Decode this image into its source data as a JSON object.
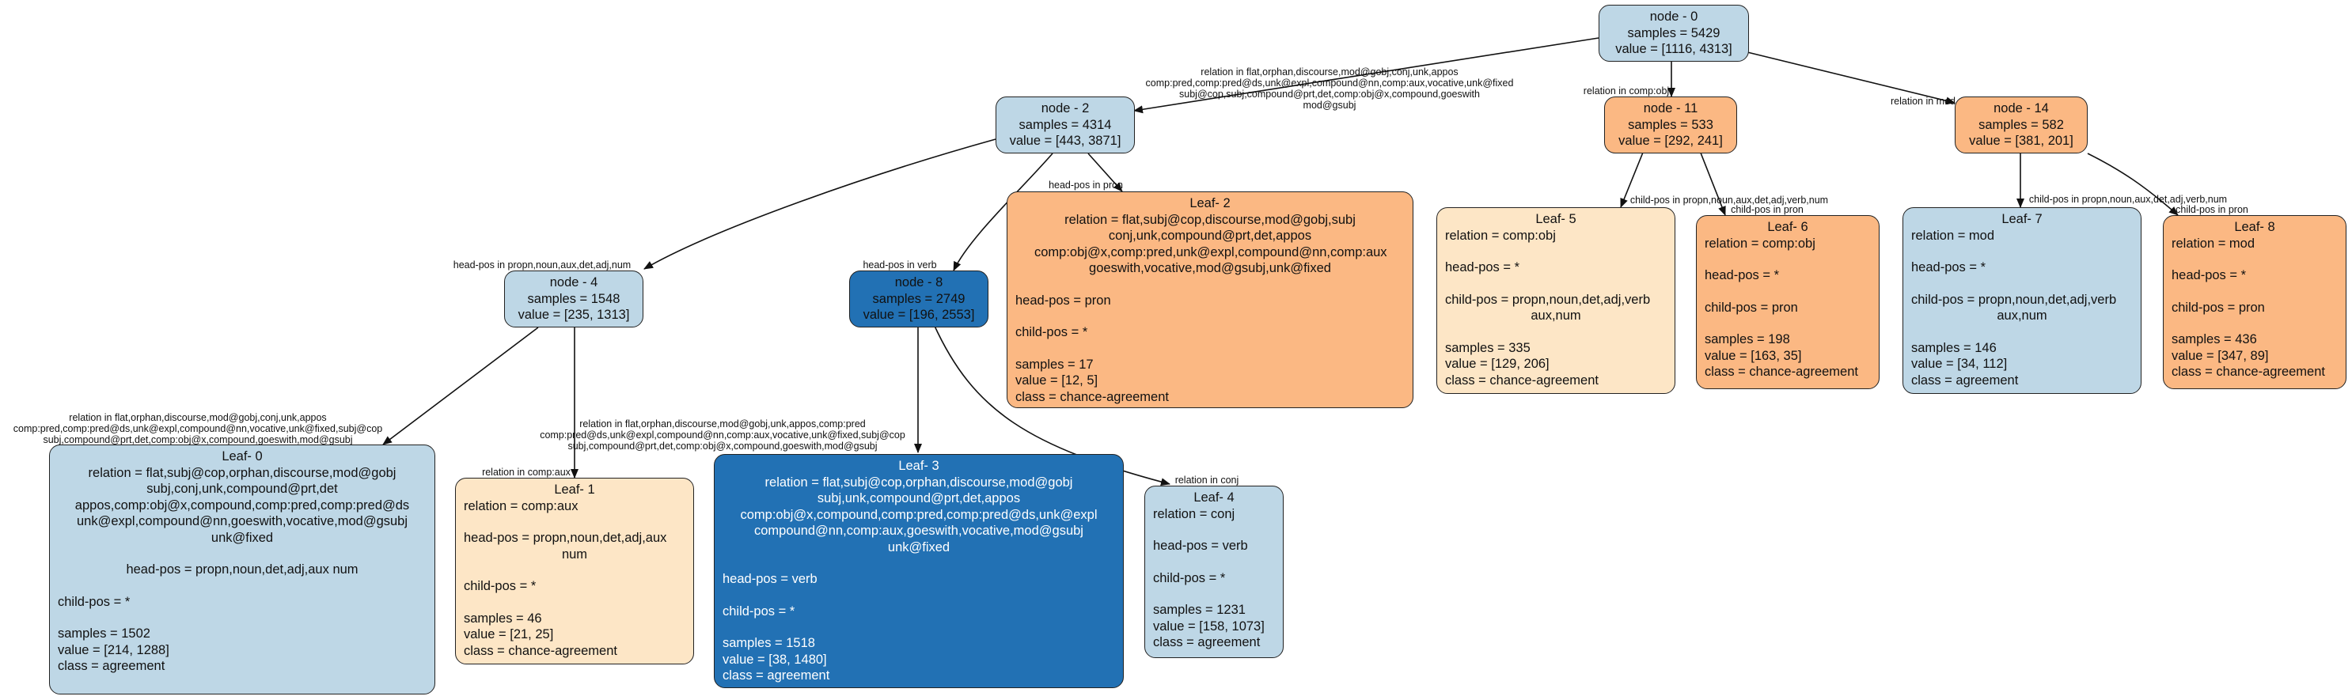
{
  "colors": {
    "agreement_light": "#bed7e6",
    "agreement_dark": "#2271b4",
    "chance_orange": "#fbb883",
    "chance_light": "#fde6c6",
    "border": "#222222"
  },
  "nodes": [
    {
      "id": "n0",
      "lines": [
        "node - 0",
        "samples = 5429",
        "value = [1116, 4313]"
      ],
      "fill": "#bed7e6"
    },
    {
      "id": "n2",
      "lines": [
        "node - 2",
        "samples = 4314",
        "value = [443, 3871]"
      ],
      "fill": "#bed7e6"
    },
    {
      "id": "n11",
      "lines": [
        "node - 11",
        "samples = 533",
        "value = [292, 241]"
      ],
      "fill": "#fbb883"
    },
    {
      "id": "n14",
      "lines": [
        "node - 14",
        "samples = 582",
        "value = [381, 201]"
      ],
      "fill": "#fbb883"
    },
    {
      "id": "n4",
      "lines": [
        "node - 4",
        "samples = 1548",
        "value = [235, 1313]"
      ],
      "fill": "#bed7e6"
    },
    {
      "id": "n8",
      "lines": [
        "node - 8",
        "samples = 2749",
        "value = [196, 2553]"
      ],
      "fill": "#2271b4"
    },
    {
      "id": "leaf2",
      "title": "Leaf- 2",
      "center": "relation = flat,subj@cop,discourse,mod@gobj,subj conj,unk,compound@prt,det,appos comp:obj@x,comp:pred,unk@expl,compound@nn,comp:aux goeswith,vocative,mod@gsubj,unk@fixed",
      "rows": [
        "",
        "head-pos = pron",
        "",
        "child-pos = *",
        "",
        "samples = 17",
        "value = [12, 5]",
        "class = chance-agreement"
      ],
      "fill": "#fbb883"
    },
    {
      "id": "leaf5",
      "title": "Leaf- 5",
      "rows": [
        "relation = comp:obj",
        "",
        "head-pos = *",
        "",
        "child-pos = propn,noun,det,adj,verb"
      ],
      "center": "aux,num",
      "rows2": [
        "",
        "samples = 335",
        "value = [129, 206]",
        "class = chance-agreement"
      ],
      "fill": "#fde6c6"
    },
    {
      "id": "leaf6",
      "title": "Leaf- 6",
      "rows": [
        "relation = comp:obj",
        "",
        "head-pos = *",
        "",
        "child-pos = pron",
        "",
        "samples = 198",
        "value = [163, 35]",
        "class = chance-agreement"
      ],
      "fill": "#fbb883"
    },
    {
      "id": "leaf7",
      "title": "Leaf- 7",
      "rows": [
        "relation = mod",
        "",
        "head-pos = *",
        "",
        "child-pos = propn,noun,det,adj,verb"
      ],
      "center": "aux,num",
      "rows2": [
        "",
        "samples = 146",
        "value = [34, 112]",
        "class = agreement"
      ],
      "fill": "#bed7e6"
    },
    {
      "id": "leaf8",
      "title": "Leaf- 8",
      "rows": [
        "relation = mod",
        "",
        "head-pos = *",
        "",
        "child-pos = pron",
        "",
        "samples = 436",
        "value = [347, 89]",
        "class = chance-agreement"
      ],
      "fill": "#fbb883"
    },
    {
      "id": "leaf0",
      "title": "Leaf- 0",
      "center": "relation = flat,subj@cop,orphan,discourse,mod@gobj subj,conj,unk,compound@prt,det appos,comp:obj@x,compound,comp:pred,comp:pred@ds unk@expl,compound@nn,goeswith,vocative,mod@gsubj unk@fixed",
      "center2": "head-pos = propn,noun,det,adj,aux num",
      "rows2": [
        "",
        "child-pos = *",
        "",
        "samples = 1502",
        "value = [214, 1288]",
        "class = agreement"
      ],
      "fill": "#bed7e6"
    },
    {
      "id": "leaf1",
      "title": "Leaf- 1",
      "rows": [
        "relation = comp:aux",
        "",
        "head-pos = propn,noun,det,adj,aux"
      ],
      "center": "num",
      "rows2": [
        "",
        "child-pos = *",
        "",
        "samples = 46",
        "value = [21, 25]",
        "class = chance-agreement"
      ],
      "fill": "#fde6c6"
    },
    {
      "id": "leaf3",
      "title": "Leaf- 3",
      "center": "relation = flat,subj@cop,orphan,discourse,mod@gobj subj,unk,compound@prt,det,appos comp:obj@x,compound,comp:pred,comp:pred@ds,unk@expl compound@nn,comp:aux,goeswith,vocative,mod@gsubj unk@fixed",
      "rows2": [
        "",
        "head-pos = verb",
        "",
        "child-pos = *",
        "",
        "samples = 1518",
        "value = [38, 1480]",
        "class = agreement"
      ],
      "fill": "#2271b4"
    },
    {
      "id": "leaf4",
      "title": "Leaf- 4",
      "rows": [
        "relation = conj",
        "",
        "head-pos = verb",
        "",
        "child-pos = *",
        "",
        "samples = 1231",
        "value = [158, 1073]",
        "class = agreement"
      ],
      "fill": "#bed7e6"
    }
  ],
  "edge_labels": [
    {
      "id": "e0_2",
      "lines": [
        "relation in flat,orphan,discourse,mod@gobj,conj,unk,appos",
        "comp:pred,comp:pred@ds,unk@expl,compound@nn,comp:aux,vocative,unk@fixed",
        "subj@cop,subj,compound@prt,det,comp:obj@x,compound,goeswith",
        "mod@gsubj"
      ]
    },
    {
      "id": "e0_11",
      "lines": [
        "relation in comp:obj"
      ]
    },
    {
      "id": "e0_14",
      "lines": [
        "relation in mod"
      ]
    },
    {
      "id": "e2_4",
      "lines": [
        "head-pos in propn,noun,aux,det,adj,num"
      ]
    },
    {
      "id": "e2_8",
      "lines": [
        "head-pos in verb"
      ]
    },
    {
      "id": "e2_l2",
      "lines": [
        "head-pos in pron"
      ]
    },
    {
      "id": "e11_l5",
      "lines": [
        "child-pos in propn,noun,aux,det,adj,verb,num"
      ]
    },
    {
      "id": "e11_l6",
      "lines": [
        "child-pos in pron"
      ]
    },
    {
      "id": "e14_l7",
      "lines": [
        "child-pos in propn,noun,aux,det,adj,verb,num"
      ]
    },
    {
      "id": "e14_l8",
      "lines": [
        "child-pos in pron"
      ]
    },
    {
      "id": "e4_l0",
      "lines": [
        "relation in flat,orphan,discourse,mod@gobj,conj,unk,appos",
        "comp:pred,comp:pred@ds,unk@expl,compound@nn,vocative,unk@fixed,subj@cop",
        "subj,compound@prt,det,comp:obj@x,compound,goeswith,mod@gsubj"
      ]
    },
    {
      "id": "e4_l1",
      "lines": [
        "relation in comp:aux"
      ]
    },
    {
      "id": "e8_l3",
      "lines": [
        "relation in flat,orphan,discourse,mod@gobj,unk,appos,comp:pred",
        "comp:pred@ds,unk@expl,compound@nn,comp:aux,vocative,unk@fixed,subj@cop",
        "subj,compound@prt,det,comp:obj@x,compound,goeswith,mod@gsubj"
      ]
    },
    {
      "id": "e8_l4",
      "lines": [
        "relation in conj"
      ]
    }
  ]
}
